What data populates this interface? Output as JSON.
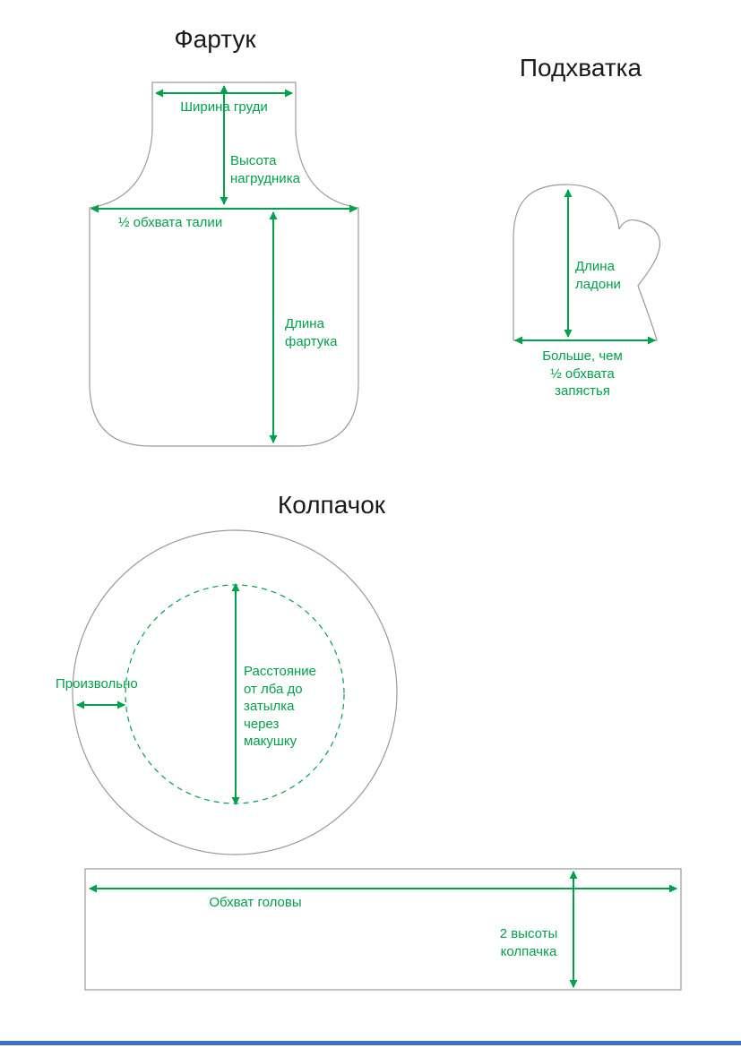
{
  "colors": {
    "green": "#00A14B",
    "outline": "#9A9A9A",
    "title": "#1A1A1A",
    "blue": "#4070C8"
  },
  "apron": {
    "title": "Фартук",
    "chest_width": "Ширина груди",
    "bib_height": "Высота\nнагрудника",
    "half_waist": "½ обхвата талии",
    "length": "Длина\nфартука"
  },
  "potholder": {
    "title": "Подхватка",
    "palm_length": "Длина\nладони",
    "wrist": "Больше, чем\n½ обхвата\nзапястья"
  },
  "cap": {
    "title": "Колпачок",
    "arbitrary": "Произвольно",
    "crown_distance": "Расстояние\nот лба до\nзатылка\nчерез\nмакушку",
    "head_circumference": "Обхват головы",
    "band_height": "2 высоты\nколпачка"
  }
}
